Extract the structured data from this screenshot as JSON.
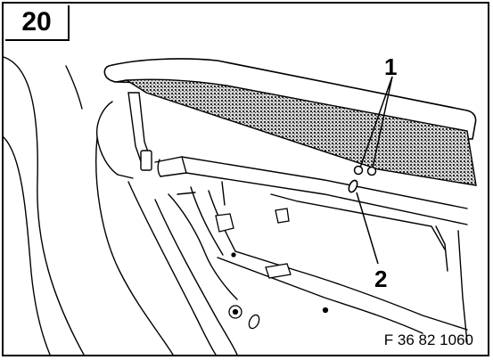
{
  "figure": {
    "number": "20",
    "code": "F 36 82 1060"
  },
  "callouts": {
    "one": "1",
    "two": "2"
  },
  "colors": {
    "line": "#000000",
    "background": "#ffffff",
    "screen_fill": "#6e6e6e"
  }
}
